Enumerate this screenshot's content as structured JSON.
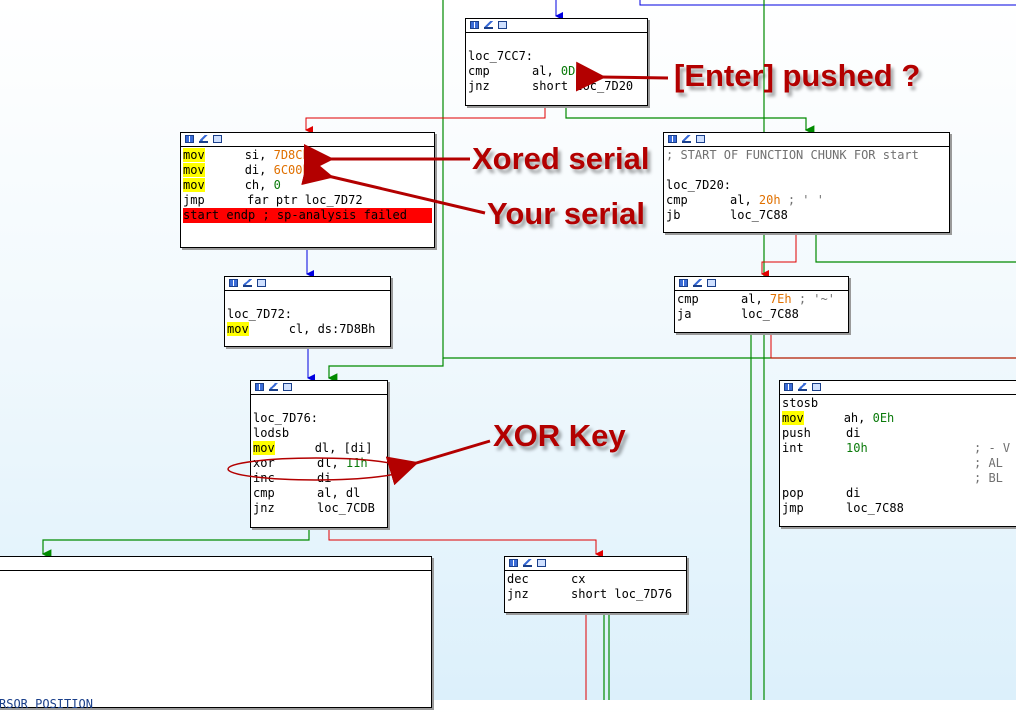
{
  "colors": {
    "red_edge": "#e00000",
    "green_edge": "#008a00",
    "blue_edge": "#0000e0",
    "annotation": "#b30000",
    "accent_yellow": "#ffff00"
  },
  "header_icons": [
    "graph-icon",
    "chart-icon",
    "code-icon"
  ],
  "nodes": {
    "loc_7cc7": {
      "label": "loc_7CC7:",
      "cmp_mn": "cmp",
      "cmp_op_a": "al, ",
      "cmp_op_b": "0Dh",
      "jnz_mn": "jnz",
      "jnz_op": "short loc_7D20"
    },
    "loc_7d20": {
      "comment": "; START OF FUNCTION CHUNK FOR start",
      "label": "loc_7D20:",
      "cmp_mn": "cmp",
      "cmp_op_a": "al, ",
      "cmp_op_b": "20h",
      "cmp_cmt": " ; ' '",
      "jb_mn": "jb",
      "jb_op": "loc_7C88"
    },
    "serial": {
      "mov1": "mov",
      "mov1_op_a": "si, ",
      "mov1_op_b": "7D8Ch",
      "mov2": "mov",
      "mov2_op_a": "di, ",
      "mov2_op_b": "6C00h",
      "mov3": "mov",
      "mov3_op_a": "ch, ",
      "mov3_op_b": "0",
      "jmp_mn": "jmp",
      "jmp_op": "far ptr loc_7D72",
      "error_line": "start endp ; sp-analysis failed"
    },
    "cmp_7eh": {
      "cmp_mn": "cmp",
      "cmp_op_a": "al, ",
      "cmp_op_b": "7Eh",
      "cmp_cmt": " ; '~'",
      "ja_mn": "ja",
      "ja_op": "loc_7C88"
    },
    "loc_7d72": {
      "label": "loc_7D72:",
      "mov_mn": "mov",
      "mov_op": "cl, ds:7D8Bh"
    },
    "stosb": {
      "l1": "stosb",
      "mov_mn": "mov",
      "mov_op_a": "ah, ",
      "mov_op_b": "0Eh",
      "push_mn": "push",
      "push_op": "di",
      "int_mn": "int",
      "int_op": "10h",
      "cmt1": "; - V",
      "cmt2": "; AL",
      "cmt3": "; BL",
      "pop_mn": "pop",
      "pop_op": "di",
      "jmp_mn": "jmp",
      "jmp_op": "loc_7C88"
    },
    "loc_7d76": {
      "label": "loc_7D76:",
      "l1": "lodsb",
      "mov_mn": "mov",
      "mov_op": "dl, [di]",
      "xor_mn": "xor",
      "xor_op_a": "dl, ",
      "xor_op_b": "11h",
      "inc_mn": "inc",
      "inc_op": "di",
      "cmp_mn": "cmp",
      "cmp_op": "al, dl",
      "jnz_mn": "jnz",
      "jnz_op": "loc_7CDB"
    },
    "dec": {
      "dec_mn": "dec",
      "dec_op": "cx",
      "jnz_mn": "jnz",
      "jnz_op": "short loc_7D76"
    },
    "bottom_left": {
      "cursor_text": "RSOR POSITION"
    }
  },
  "annotations": {
    "enter": "[Enter] pushed ?",
    "xored": "Xored serial",
    "your": "Your serial",
    "xor_key": "XOR Key"
  }
}
